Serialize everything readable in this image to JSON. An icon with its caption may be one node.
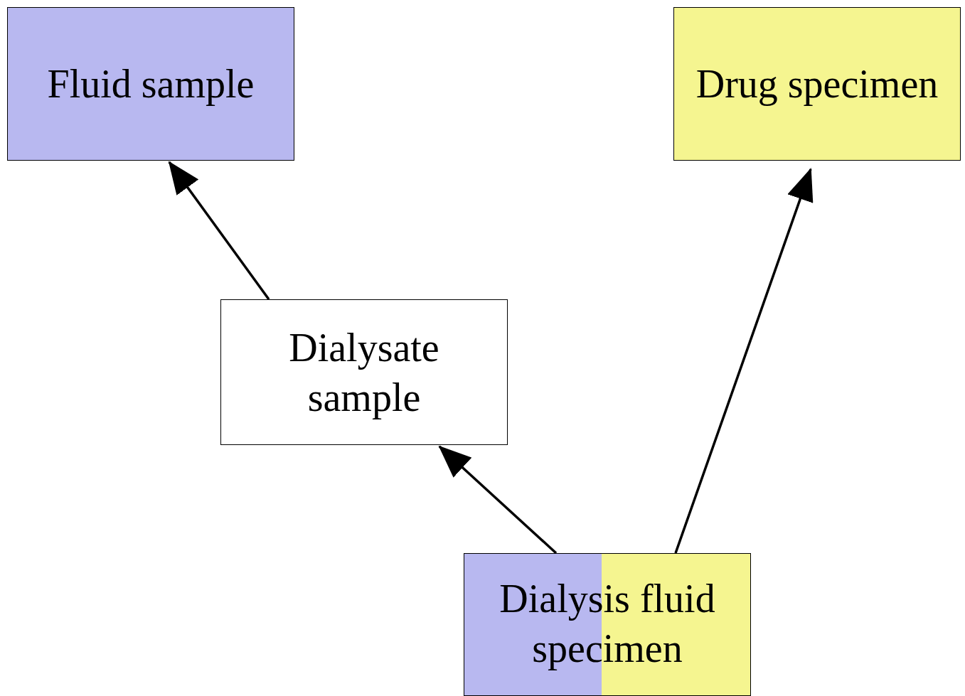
{
  "diagram": {
    "nodes": [
      {
        "text": [
          "Fluid sample"
        ]
      },
      {
        "text": [
          "Drug specimen"
        ]
      },
      {
        "text": [
          "Dialysate sample"
        ]
      },
      {
        "text": [
          "Dialysis fluid specimen"
        ]
      }
    ],
    "edges": [
      {
        "from": 2,
        "to": 0,
        "arrow": "to"
      },
      {
        "from": 3,
        "to": 2,
        "arrow": "to"
      },
      {
        "from": 3,
        "to": 1,
        "arrow": "to"
      }
    ]
  }
}
